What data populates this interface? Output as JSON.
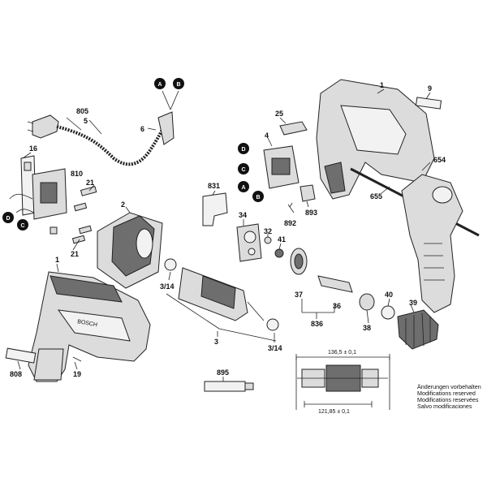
{
  "parts": {
    "p1_top": "1",
    "p9": "9",
    "p805": "805",
    "p5": "5",
    "p6": "6",
    "p25": "25",
    "p4": "4",
    "p16": "16",
    "p810": "810",
    "p21a": "21",
    "p2": "2",
    "p21b": "21",
    "p831": "831",
    "p34": "34",
    "p32": "32",
    "p41": "41",
    "p892": "892",
    "p893": "893",
    "p654": "654",
    "p655": "655",
    "p1_bot": "1",
    "p3_14a": "3/14",
    "p3": "3",
    "p3_14b": "3/14",
    "p37": "37",
    "p36": "36",
    "p836": "836",
    "p40": "40",
    "p39": "39",
    "p38": "38",
    "p808": "808",
    "p19": "19",
    "p895": "895"
  },
  "markers": {
    "a": "A",
    "b": "B",
    "c": "C",
    "d": "D"
  },
  "dimensions": {
    "top": "136,5 ± 0,1",
    "bottom": "121,85 ± 0,1"
  },
  "notes": [
    "Änderungen vorbehalten",
    "Modifications reserved",
    "Modifications reservées",
    "Salvo modificaciones"
  ],
  "brand": "BOSCH"
}
